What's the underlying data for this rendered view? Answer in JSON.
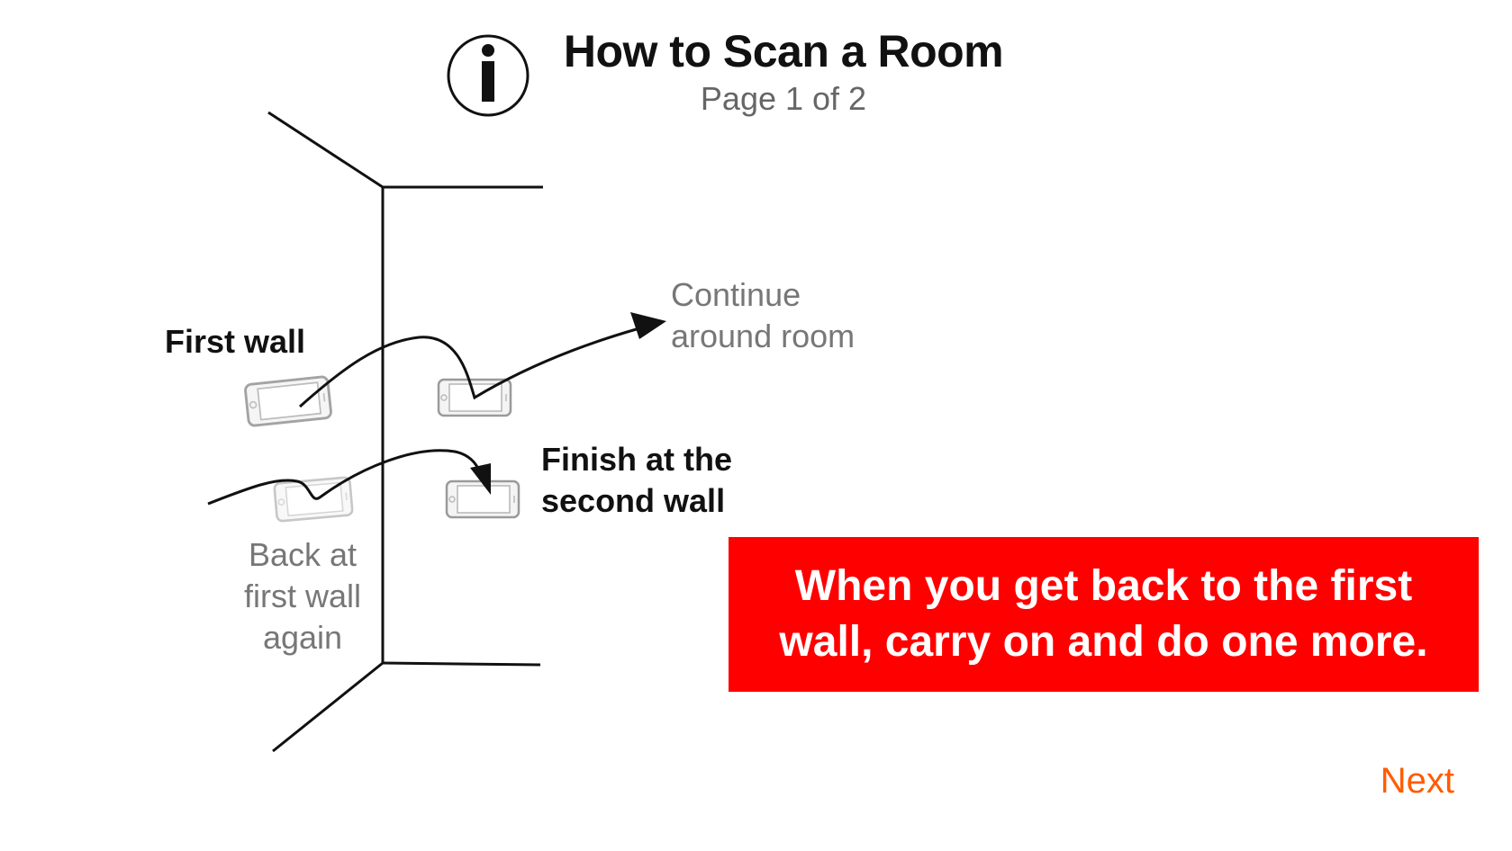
{
  "header": {
    "title": "How to Scan a Room",
    "page_indicator": "Page 1 of 2",
    "icon": "info-icon"
  },
  "diagram": {
    "labels": {
      "first_wall": "First wall",
      "continue_line1": "Continue",
      "continue_line2": "around room",
      "finish_line1": "Finish at the",
      "finish_line2": "second wall",
      "back_line1": "Back at",
      "back_line2": "first wall",
      "back_line3": "again"
    },
    "icons": [
      "phone-icon",
      "arrow-icon"
    ]
  },
  "banner": {
    "line1": "When you get back to the first",
    "line2": "wall, carry on and do one more.",
    "color": "#ff0000"
  },
  "navigation": {
    "next_label": "Next",
    "accent_color": "#ff5c00"
  }
}
